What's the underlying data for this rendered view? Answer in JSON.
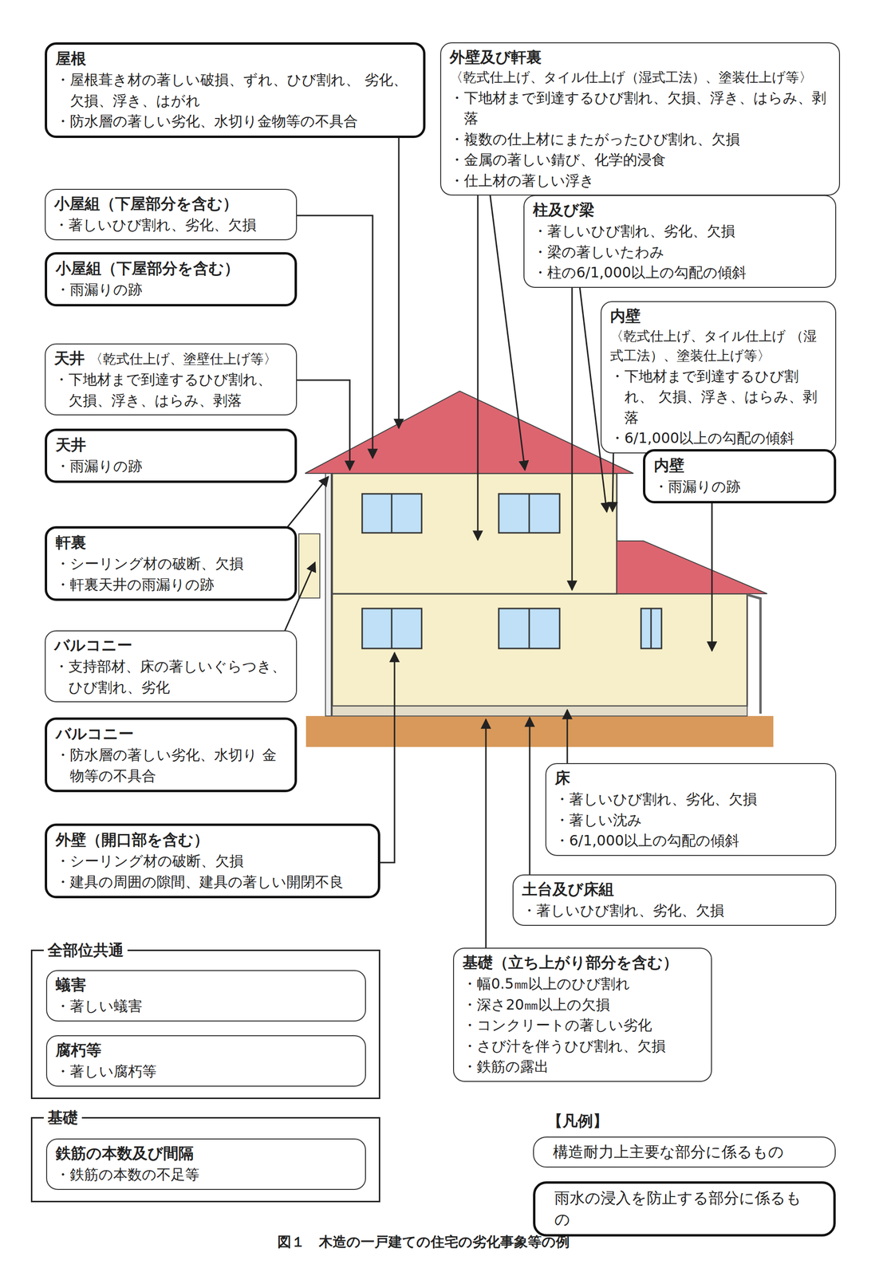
{
  "diagram": {
    "caption": "図１　木造の一戸建ての住宅の劣化事象等の例",
    "nodes": [
      {
        "text": [
          "屋根",
          "・屋根葺き材の著しい破損、ずれ、ひび割れ、 劣化、欠損、浮き、はがれ",
          "・防水層の著しい劣化、水切り金物等の不具合"
        ]
      },
      {
        "text": [
          "外壁及び軒裏",
          "〈乾式仕上げ、タイル仕上げ（湿式工法）、塗装仕上げ等〉",
          "・下地材まで到達するひび割れ、欠損、浮き、はらみ、剥落",
          "・複数の仕上材にまたがったひび割れ、欠損",
          "・金属の著しい錆び、化学的浸食",
          "・仕上材の著しい浮き"
        ]
      },
      {
        "text": [
          "小屋組（下屋部分を含む）",
          "・著しいひび割れ、劣化、欠損"
        ]
      },
      {
        "text": [
          "小屋組（下屋部分を含む）",
          "・雨漏りの跡"
        ]
      },
      {
        "text": [
          "柱及び梁",
          "・著しいひび割れ、劣化、欠損",
          "・梁の著しいたわみ",
          "・柱の6/1,000以上の勾配の傾斜"
        ]
      },
      {
        "text": [
          "内壁",
          "〈乾式仕上げ、タイル仕上げ （湿式工法）、塗装仕上げ等〉",
          "・下地材まで到達するひび割れ、 欠損、浮き、はらみ、剥落",
          "・6/1,000以上の勾配の傾斜"
        ]
      },
      {
        "text": [
          "天井",
          "〈乾式仕上げ、塗壁仕上げ等〉",
          "・下地材まで到達するひび割れ、 欠損、浮き、はらみ、剥落"
        ]
      },
      {
        "text": [
          "天井",
          "・雨漏りの跡"
        ]
      },
      {
        "text": [
          "内壁",
          "・雨漏りの跡"
        ]
      },
      {
        "text": [
          "軒裏",
          "・シーリング材の破断、欠損",
          "・軒裏天井の雨漏りの跡"
        ]
      },
      {
        "text": [
          "バルコニー",
          "・支持部材、床の著しいぐらつき、 ひび割れ、劣化"
        ]
      },
      {
        "text": [
          "バルコニー",
          "・防水層の著しい劣化、水切り 金物等の不具合"
        ]
      },
      {
        "text": [
          "外壁（開口部を含む）",
          "・シーリング材の破断、欠損",
          "・建具の周囲の隙間、建具の著しい開閉不良"
        ]
      },
      {
        "text": [
          "床",
          "・著しいひび割れ、劣化、欠損",
          "・著しい沈み",
          "・6/1,000以上の勾配の傾斜"
        ]
      },
      {
        "text": [
          "土台及び床組",
          "・著しいひび割れ、劣化、欠損"
        ]
      },
      {
        "text": [
          "全部位共通"
        ]
      },
      {
        "text": [
          "蟻害",
          "・著しい蟻害"
        ],
        "in": 15
      },
      {
        "text": [
          "腐朽等",
          "・著しい腐朽等"
        ],
        "in": 15
      },
      {
        "text": [
          "基礎（立ち上がり部分を含む）",
          "・幅0.5㎜以上のひび割れ",
          "・深さ20㎜以上の欠損",
          "・コンクリートの著しい劣化",
          "・さび汁を伴うひび割れ、欠損",
          "・鉄筋の露出"
        ]
      },
      {
        "text": [
          "基礎"
        ]
      },
      {
        "text": [
          "鉄筋の本数及び間隔",
          "・鉄筋の本数の不足等"
        ],
        "in": 19
      }
    ],
    "labels": [
      "【凡例】"
    ],
    "legend": [
      {
        "text": "構造耐力上主要な部分に係るもの"
      },
      {
        "text": "雨水の浸入を防止する部分に係るもの"
      }
    ]
  }
}
